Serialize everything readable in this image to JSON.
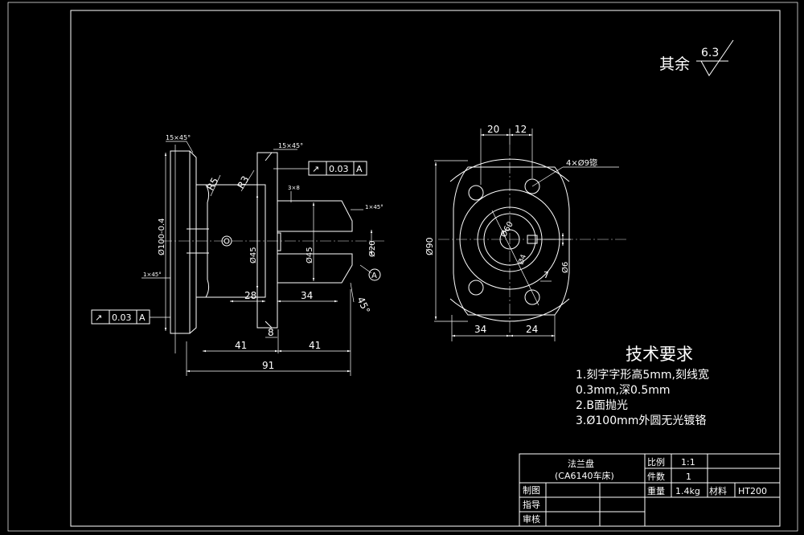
{
  "roughness_note": {
    "label": "其余",
    "value": "6.3"
  },
  "side_view": {
    "chamfer_left": "15×45°",
    "chamfer_right": "15×45°",
    "radius_r5": "R5",
    "radius_r3": "R3",
    "groove": "3×8",
    "chamfer_inner": "1×45°",
    "chamfer_outer": "1×45°",
    "dia_100": "Ø100-0.4",
    "dia_45": "Ø45",
    "dia_45_hole": "Ø45",
    "dia_20": "Ø20",
    "angle_45": "45°",
    "dim_28": "28",
    "dim_34": "34",
    "dim_8": "8",
    "dim_41_left": "41",
    "dim_41_right": "41",
    "dim_91": "91",
    "fcf_top": {
      "symbol": "↗",
      "value": "0.03",
      "datum": "A"
    },
    "fcf_left": {
      "symbol": "↗",
      "value": "0.03",
      "datum": "A"
    },
    "datum_label": "A"
  },
  "front_view": {
    "dim_20": "20",
    "dim_12": "12",
    "holes": "4×Ø9锪",
    "dia_90": "Ø90",
    "dia_60": "Ø60",
    "dia_4": "Ø4",
    "dia_6": "Ø6",
    "dim_7": "7",
    "dim_34": "34",
    "dim_24": "24"
  },
  "requirements": {
    "title": "技术要求",
    "items": [
      "1.刻字字形高5mm,刻线宽",
      "0.3mm,深0.5mm",
      "2.B面抛光",
      "3.Ø100mm外圆无光镀铬"
    ]
  },
  "title_block": {
    "part_name": "法兰盘",
    "part_sub": "(CA6140车床)",
    "scale_label": "比例",
    "scale_value": "1:1",
    "qty_label": "件数",
    "qty_value": "1",
    "weight_label": "重量",
    "weight_value": "1.4kg",
    "material_label": "材料",
    "material_value": "HT200",
    "drawn_label": "制图",
    "guide_label": "指导",
    "check_label": "审核"
  }
}
